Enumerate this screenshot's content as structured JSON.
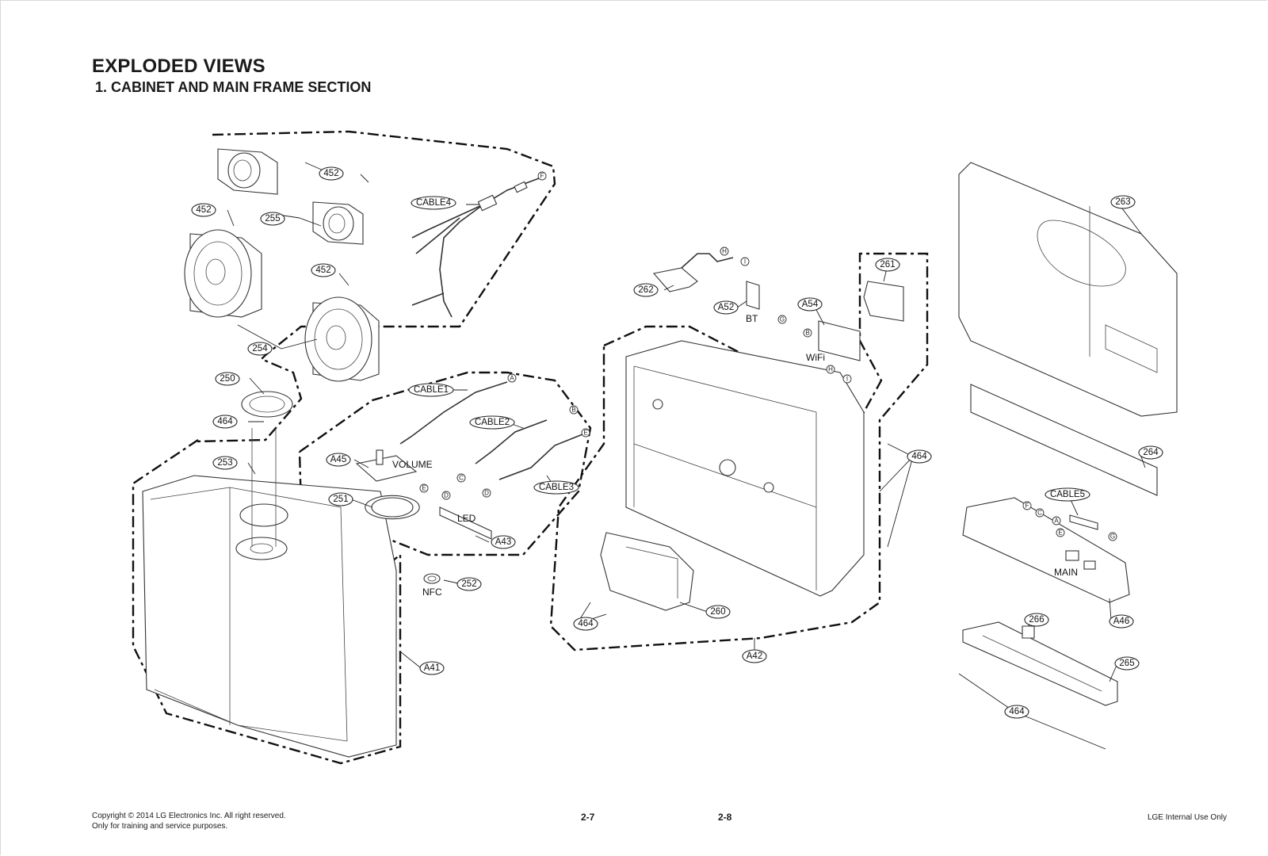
{
  "header": {
    "title": "EXPLODED VIEWS",
    "subtitle": "1. CABINET AND MAIN FRAME SECTION"
  },
  "callouts": {
    "c452a": "452",
    "c452b": "452",
    "c452c": "452",
    "c255": "255",
    "c254": "254",
    "c250": "250",
    "c253": "253",
    "c251": "251",
    "c252": "252",
    "c464a": "464",
    "c464b": "464",
    "c464c": "464",
    "c464d": "464",
    "cable1": "CABLE1",
    "cable2": "CABLE2",
    "cable3": "CABLE3",
    "cable4": "CABLE4",
    "cable5": "CABLE5",
    "a41": "A41",
    "a42": "A42",
    "a43": "A43",
    "a45": "A45",
    "a46": "A46",
    "a52": "A52",
    "a54": "A54",
    "c260": "260",
    "c261": "261",
    "c262": "262",
    "c263": "263",
    "c264": "264",
    "c265": "265",
    "c266": "266"
  },
  "labels": {
    "volume": "VOLUME",
    "led": "LED",
    "nfc": "NFC",
    "bt": "BT",
    "wifi": "WiFi",
    "main": "MAIN"
  },
  "connectors": {
    "a": "A",
    "b": "B",
    "c": "C",
    "d": "D",
    "e": "E",
    "f": "F",
    "g": "G",
    "h": "H",
    "i": "I"
  },
  "footer": {
    "copyright_line1": "Copyright © 2014 LG Electronics Inc. All right reserved.",
    "copyright_line2": "Only for training and service purposes.",
    "page_left": "2-7",
    "page_right": "2-8",
    "internal": "LGE Internal Use Only"
  }
}
